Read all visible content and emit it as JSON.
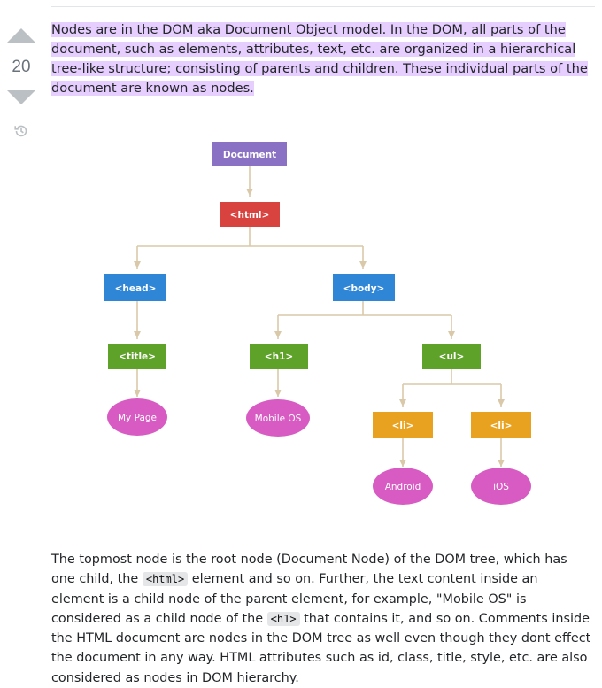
{
  "vote": {
    "score": "20"
  },
  "answer": {
    "intro": "Nodes are in the DOM aka Document Object model. In the DOM, all parts of the document, such as elements, attributes, text, etc. are organized in a hierarchical tree-like structure; consisting of parents and children. These individual parts of the document are known as nodes.",
    "body": {
      "s1": "The topmost node is the root node (Document Node) of the DOM tree, which has one child, the ",
      "code1": "<html>",
      "s2": " element and so on. Further, the text content inside an element is a child node of the parent element, for example, \"Mobile OS\" is considered as a child node of the ",
      "code2": "<h1>",
      "s3": " that contains it, and so on. Comments inside the HTML document are nodes in the DOM tree as well even though they dont effect the document in any way. HTML attributes such as id, class, title, style, etc. are also considered as nodes in DOM hierarchy."
    }
  },
  "diagram": {
    "document": "Document",
    "html": "<html>",
    "head": "<head>",
    "body": "<body>",
    "title": "<title>",
    "h1": "<h1>",
    "ul": "<ul>",
    "li1": "<li>",
    "li2": "<li>",
    "my_page": "My Page",
    "mobile_os": "Mobile OS",
    "android": "Android",
    "ios": "iOS"
  },
  "colors": {
    "document": "#8a71c4",
    "html": "#d9433f",
    "blue": "#2f86d6",
    "green": "#5fa22a",
    "orange": "#e9a21f",
    "pink": "#d75bc2",
    "connector": "#dac9a8",
    "highlight": "#e6ceff"
  }
}
